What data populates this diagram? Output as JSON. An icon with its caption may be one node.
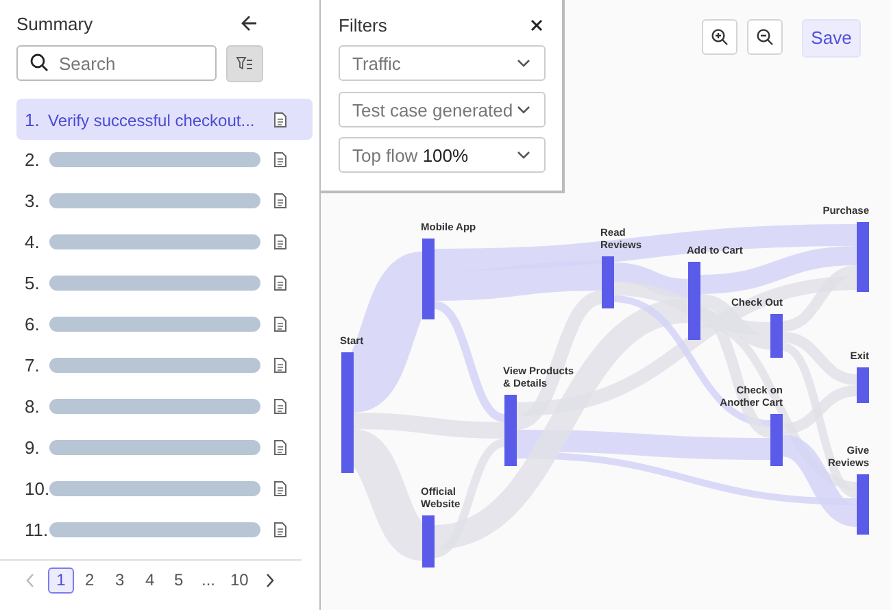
{
  "diagram": {
    "nodes": [
      {
        "text": [
          "Start"
        ]
      },
      {
        "text": [
          "Mobile App"
        ]
      },
      {
        "text": [
          "View Products & Details"
        ]
      },
      {
        "text": [
          "Official Website"
        ]
      },
      {
        "text": [
          "Read Reviews"
        ]
      },
      {
        "text": [
          "Add to Cart"
        ]
      },
      {
        "text": [
          "Check Out"
        ]
      },
      {
        "text": [
          "Check on Another Cart"
        ]
      },
      {
        "text": [
          "Purchase"
        ]
      },
      {
        "text": [
          "Exit"
        ]
      },
      {
        "text": [
          "Give Reviews"
        ]
      }
    ],
    "edges": [
      {
        "from": 0,
        "to": 1,
        "arrow": "none",
        "style": "thick",
        "color": "#d4d4f7"
      },
      {
        "from": 0,
        "to": 2,
        "arrow": "none"
      },
      {
        "from": 0,
        "to": 3,
        "arrow": "none",
        "style": "thick"
      },
      {
        "from": 1,
        "to": 8,
        "arrow": "none",
        "color": "#d4d4f7"
      },
      {
        "from": 1,
        "to": 4,
        "arrow": "none",
        "style": "thick",
        "color": "#d4d4f7"
      },
      {
        "from": 1,
        "to": 2,
        "arrow": "none",
        "color": "#d4d4f7"
      },
      {
        "from": 2,
        "to": 4,
        "arrow": "none"
      },
      {
        "from": 2,
        "to": 8,
        "arrow": "none"
      },
      {
        "from": 2,
        "to": 7,
        "arrow": "none",
        "color": "#d4d4f7"
      },
      {
        "from": 2,
        "to": 10,
        "arrow": "none",
        "color": "#d4d4f7"
      },
      {
        "from": 3,
        "to": 2,
        "arrow": "none"
      },
      {
        "from": 3,
        "to": 5,
        "arrow": "none",
        "style": "thick"
      },
      {
        "from": 4,
        "to": 5,
        "arrow": "none",
        "color": "#d4d4f7"
      },
      {
        "from": 4,
        "to": 6,
        "arrow": "none"
      },
      {
        "from": 4,
        "to": 7,
        "arrow": "none",
        "color": "#d4d4f7"
      },
      {
        "from": 5,
        "to": 8,
        "arrow": "none",
        "color": "#d4d4f7"
      },
      {
        "from": 5,
        "to": 6,
        "arrow": "none"
      },
      {
        "from": 5,
        "to": 7,
        "arrow": "none"
      },
      {
        "from": 5,
        "to": 10,
        "arrow": "none"
      },
      {
        "from": 6,
        "to": 8,
        "arrow": "none"
      },
      {
        "from": 6,
        "to": 9,
        "arrow": "none"
      },
      {
        "from": 6,
        "to": 10,
        "arrow": "none"
      },
      {
        "from": 7,
        "to": 9,
        "arrow": "none"
      },
      {
        "from": 7,
        "to": 10,
        "arrow": "none",
        "color": "#d4d4f7"
      }
    ],
    "labels": [
      "Summary",
      "Search",
      "1.",
      "Verify successful checkout...",
      "2.",
      "3.",
      "4.",
      "5.",
      "6.",
      "7.",
      "8.",
      "9.",
      "10.",
      "11.",
      "1",
      "2",
      "3",
      "4",
      "5",
      "...",
      "10",
      "Filters",
      "Traffic",
      "Test case generated",
      "Top flow **100%**",
      "Save"
    ]
  }
}
